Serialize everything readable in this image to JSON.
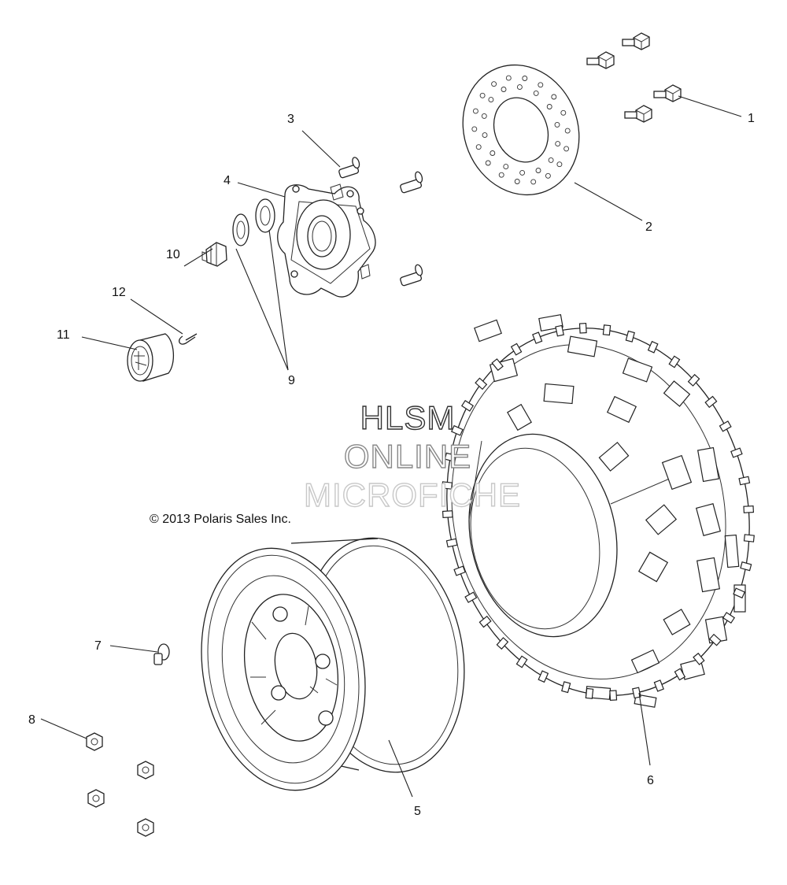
{
  "copyright": "© 2013 Polaris Sales Inc.",
  "watermark": {
    "line1": "HLSM",
    "line2": "ONLINE",
    "line3": "MICROFICHE"
  },
  "callouts": [
    "1",
    "2",
    "3",
    "4",
    "5",
    "6",
    "7",
    "8",
    "9",
    "10",
    "11",
    "12"
  ],
  "parts": {
    "brake_bolt": "brake-bolt",
    "brake_disc": "brake-disc",
    "hub_stud": "hub-stud",
    "wheel_hub": "wheel-hub",
    "wheel_rim": "wheel-rim",
    "tire": "tire",
    "valve_stem": "valve-stem",
    "lug_nut": "lug-nut",
    "washer": "washer",
    "castle_nut": "castle-nut",
    "hub_cap": "hub-cap",
    "cotter_pin": "cotter-pin"
  }
}
